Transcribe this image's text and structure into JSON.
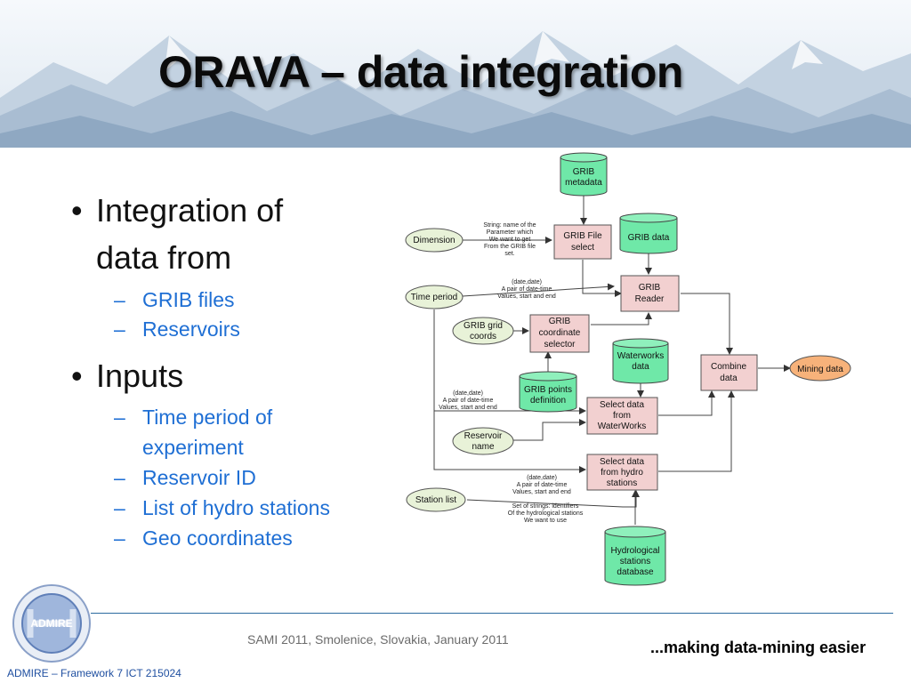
{
  "title": "ORAVA – data integration",
  "bullets": [
    {
      "text": "Integration of data from",
      "sub": [
        "GRIB files",
        "Reservoirs"
      ]
    },
    {
      "text": "Inputs",
      "sub": [
        "Time period of experiment",
        "Reservoir ID",
        "List of hydro stations",
        "Geo coordinates"
      ]
    }
  ],
  "diagram": {
    "ellipses": {
      "dimension": "Dimension",
      "time_period": "Time period",
      "grib_grid_coords": [
        "GRIB grid",
        "coords"
      ],
      "reservoir_name": [
        "Reservoir",
        "name"
      ],
      "station_list": "Station list",
      "mining_data": "Mining data"
    },
    "cylinders": {
      "grib_metadata": [
        "GRIB",
        "metadata"
      ],
      "grib_data": "GRIB data",
      "waterworks_data": [
        "Waterworks",
        "data"
      ],
      "grib_points_definition": [
        "GRIB points",
        "definition"
      ],
      "hydrological_db": [
        "Hydrological",
        "stations",
        "database"
      ]
    },
    "processes": {
      "grib_file_select": [
        "GRIB File",
        "select"
      ],
      "grib_reader": [
        "GRIB",
        "Reader"
      ],
      "grib_coordinate_selector": [
        "GRIB",
        "coordinate",
        "selector"
      ],
      "combine_data": [
        "Combine",
        "data"
      ],
      "select_waterworks": [
        "Select data",
        "from",
        "WaterWorks"
      ],
      "select_hydro": [
        "Select data",
        "from hydro",
        "stations"
      ]
    },
    "annotations": {
      "parameter_note": [
        "String: name of the",
        "Parameter which",
        "We want to get",
        "From the GRIB file",
        "set."
      ],
      "time_note_1": [
        "(date,date)",
        "A pair of date-time",
        "Values, start and end"
      ],
      "time_note_2": [
        "(date,date)",
        "A pair of date-time",
        "Values, start and end"
      ],
      "time_note_3": [
        "(date,date)",
        "A pair of date-time",
        "Values, start and end"
      ],
      "stations_note": [
        "Set of strings: identifiers",
        "Of the hydrological stations",
        "We want to use"
      ]
    },
    "colors": {
      "cylinder_fill": "#6fe8a8",
      "process_fill": "#f2d0d0",
      "ellipse_fill": "#e8f2d8",
      "mining_fill": "#f7b27a"
    }
  },
  "footer": {
    "center": "SAMI 2011, Smolenice, Slovakia, January 2011",
    "right": "...making data-mining easier",
    "left": "ADMIRE – Framework 7 ICT 215024",
    "logo_text": "ADMIRE"
  }
}
